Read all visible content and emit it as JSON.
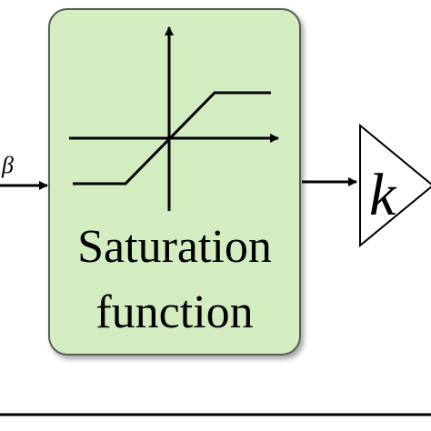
{
  "input": {
    "label": "β"
  },
  "saturation_block": {
    "line1": "Saturation",
    "line2": "function",
    "fill_color": "#d3ecc0",
    "border_color": "#5a5a5a"
  },
  "gain_block": {
    "label": "k"
  },
  "colors": {
    "stroke": "#000000"
  }
}
